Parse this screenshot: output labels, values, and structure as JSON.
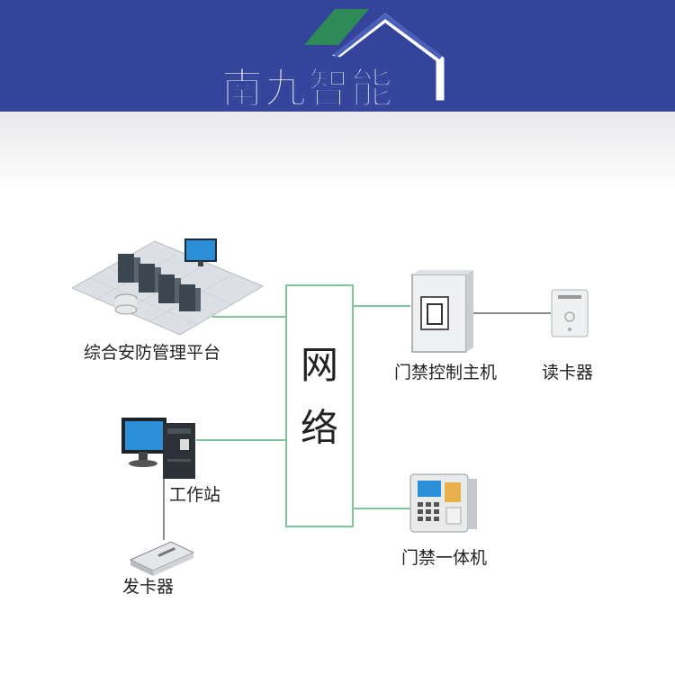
{
  "header": {
    "brand_name": "南九智能",
    "brand_colors": {
      "banner": "#34449a",
      "leaf": "#2e8b57",
      "roof": "#4a5fb8"
    }
  },
  "diagram": {
    "network": {
      "char1": "网",
      "char2": "络"
    },
    "nodes": {
      "management_platform": "综合安防管理平台",
      "workstation": "工作站",
      "card_issuer": "发卡器",
      "access_controller": "门禁控制主机",
      "card_reader": "读卡器",
      "integrated_access": "门禁一体机"
    },
    "line_color": "#7fc79a"
  }
}
